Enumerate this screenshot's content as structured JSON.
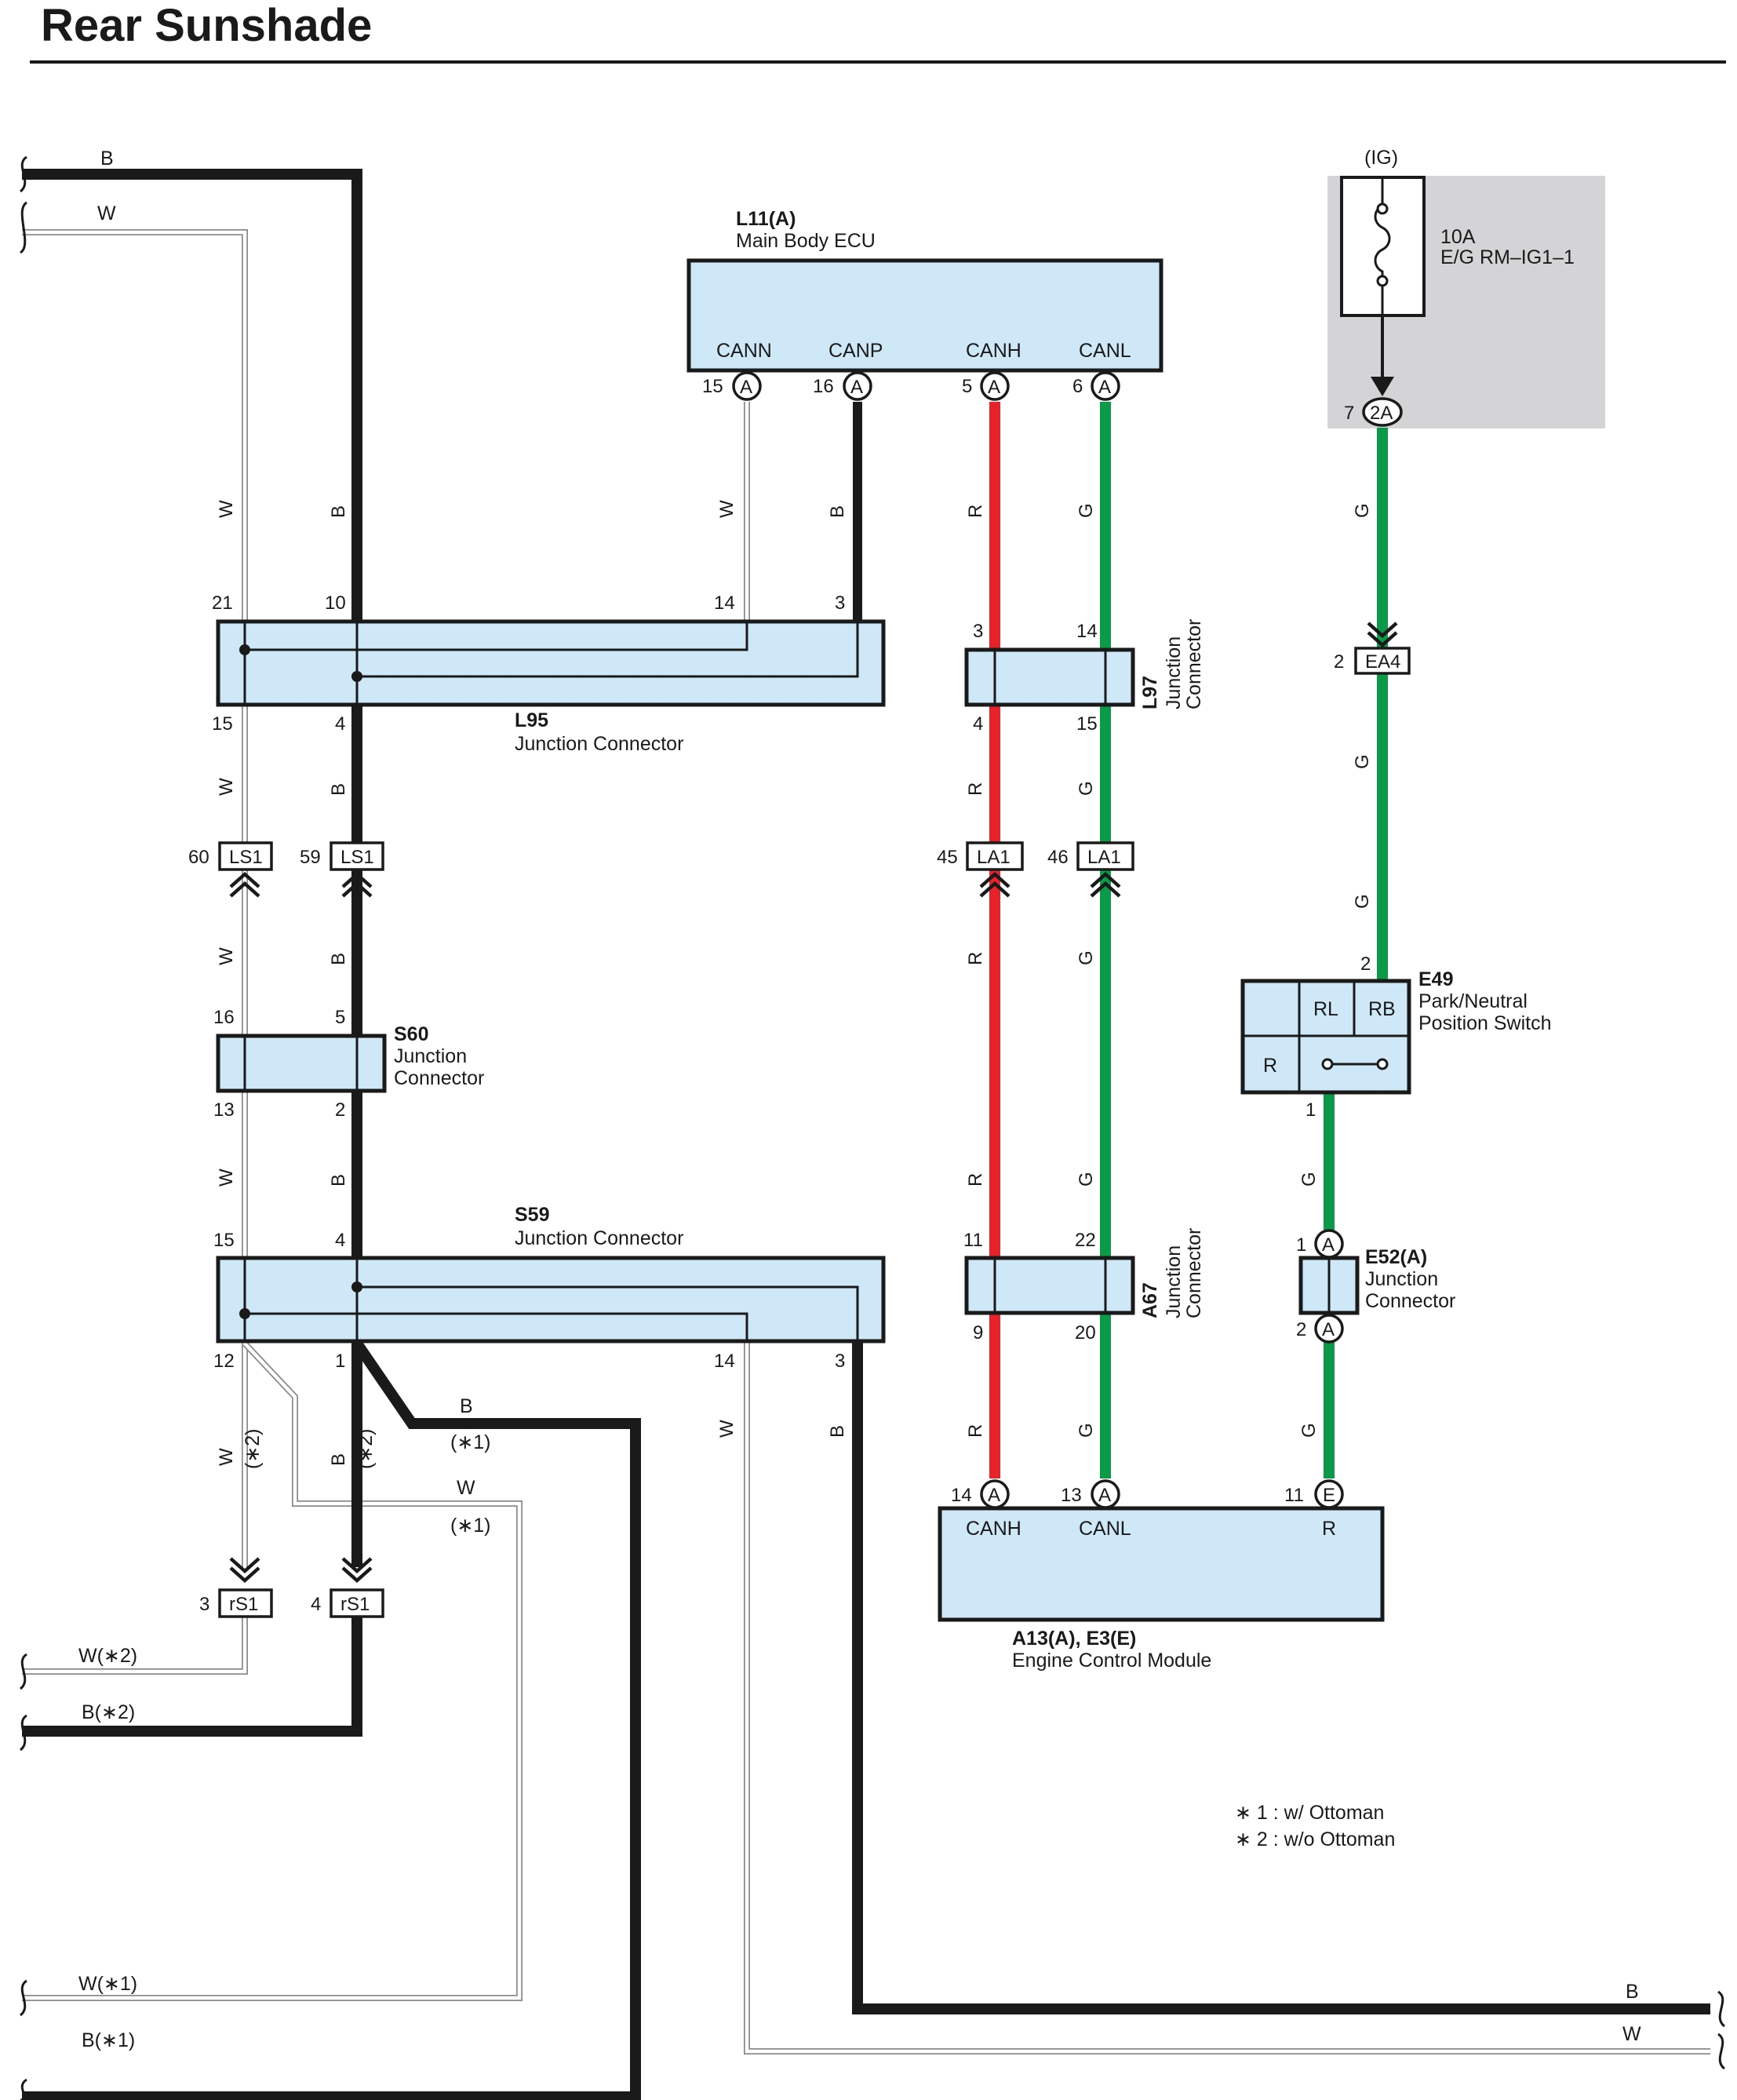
{
  "title": "Rear Sunshade",
  "colors": {
    "black_wire": "#1a1a1a",
    "white_wire": "#8a8a8a",
    "red_wire": "#e8222a",
    "green_wire": "#0b9a47",
    "component_fill": "#cfe8f7",
    "fuse_panel": "#d4d4d6"
  },
  "components": {
    "main_body_ecu": {
      "id": "L11(A)",
      "name": "Main Body ECU",
      "terminals": [
        "CANN",
        "CANP",
        "CANH",
        "CANL"
      ],
      "pins": [
        "15",
        "16",
        "5",
        "6"
      ],
      "connector": "A"
    },
    "fuse": {
      "supply": "(IG)",
      "rating": "10A",
      "name": "E/G RM–IG1–1",
      "pin": "7",
      "connector": "2A"
    },
    "l95": {
      "id": "L95",
      "name": "Junction Connector",
      "pins_top": [
        "21",
        "10",
        "14",
        "3"
      ],
      "pins_bottom": [
        "15",
        "4"
      ]
    },
    "l97": {
      "id": "L97",
      "name1": "Junction",
      "name2": "Connector",
      "pins_top": [
        "3",
        "14"
      ],
      "pins_bottom": [
        "4",
        "15"
      ]
    },
    "s60": {
      "id": "S60",
      "name1": "Junction",
      "name2": "Connector",
      "pins_top": [
        "16",
        "5"
      ],
      "pins_bottom": [
        "13",
        "2"
      ]
    },
    "s59": {
      "id": "S59",
      "name": "Junction Connector",
      "pins_top": [
        "15",
        "4"
      ],
      "pins_bottom": [
        "12",
        "1",
        "14",
        "3"
      ]
    },
    "a67": {
      "id": "A67",
      "name1": "Junction",
      "name2": "Connector",
      "pins_top": [
        "11",
        "22"
      ],
      "pins_bottom": [
        "9",
        "20"
      ]
    },
    "e49": {
      "id": "E49",
      "name1": "Park/Neutral",
      "name2": "Position Switch",
      "cells": [
        "RL",
        "RB",
        "R"
      ],
      "pin_top": "2",
      "pin_bottom": "1"
    },
    "e52": {
      "id": "E52(A)",
      "name1": "Junction",
      "name2": "Connector",
      "pin_top": "1",
      "pin_bottom": "2",
      "connector": "A"
    },
    "ecm": {
      "id": "A13(A), E3(E)",
      "name": "Engine Control Module",
      "terminals": [
        "CANH",
        "CANL",
        "R"
      ],
      "pins": [
        "14",
        "13",
        "11"
      ],
      "connectors": [
        "A",
        "A",
        "E"
      ]
    }
  },
  "connectors": {
    "ls1_a": {
      "pin": "60",
      "name": "LS1"
    },
    "ls1_b": {
      "pin": "59",
      "name": "LS1"
    },
    "la1_a": {
      "pin": "45",
      "name": "LA1"
    },
    "la1_b": {
      "pin": "46",
      "name": "LA1"
    },
    "ea4": {
      "pin": "2",
      "name": "EA4"
    },
    "rs1_a": {
      "pin": "3",
      "name": "rS1"
    },
    "rs1_b": {
      "pin": "4",
      "name": "rS1"
    }
  },
  "wire_colors": {
    "b": "B",
    "w": "W",
    "r": "R",
    "g": "G"
  },
  "wire_notes": {
    "top_b": "B",
    "top_w": "W",
    "s59_b": "B",
    "s59_b_note": "(∗1)",
    "s59_w": "W",
    "s59_w_note": "(∗1)",
    "note_2a": "(∗2)",
    "note_2b": "(∗2)",
    "left_w2": "W(∗2)",
    "left_b2": "B(∗2)",
    "left_w1": "W(∗1)",
    "left_b1": "B(∗1)",
    "right_b": "B",
    "right_w": "W"
  },
  "legend": {
    "note1": "∗ 1 : w/ Ottoman",
    "note2": "∗ 2 : w/o Ottoman"
  }
}
